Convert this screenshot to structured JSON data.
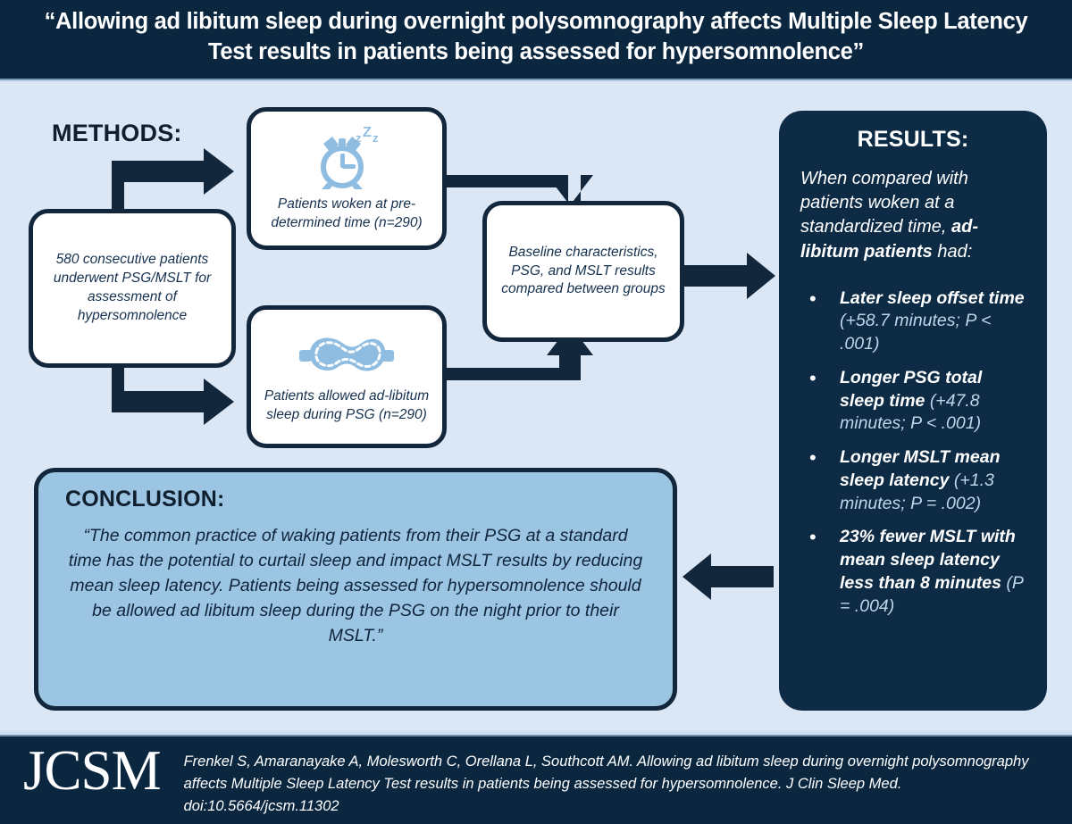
{
  "header": {
    "title": "“Allowing ad libitum sleep during overnight polysomnography affects Multiple Sleep Latency Test results in patients being assessed for hypersomnolence”"
  },
  "methods": {
    "label": "METHODS:",
    "boxes": {
      "cohort": "580 consecutive patients underwent PSG/MSLT for assessment of hypersomnolence",
      "woken": "Patients woken at pre-determined time (n=290)",
      "adlib": "Patients allowed ad-libitum sleep during PSG (n=290)",
      "compare": "Baseline characteristics, PSG, and MSLT results compared between groups"
    },
    "icons": {
      "woken": "alarm-clock-zzz-icon",
      "adlib": "sleep-mask-icon"
    }
  },
  "results": {
    "title": "RESULTS:",
    "lead_prefix": "When compared with patients woken at a standardized time, ",
    "lead_bold": "ad-libitum patients",
    "lead_suffix": " had:",
    "items": [
      {
        "label": "Later sleep offset time",
        "stat": "(+58.7 minutes; P < .001)"
      },
      {
        "label": "Longer PSG total sleep time",
        "stat": "(+47.8 minutes; P < .001)"
      },
      {
        "label": "Longer MSLT mean sleep latency",
        "stat": "(+1.3 minutes; P = .002)"
      },
      {
        "label": "23% fewer MSLT with mean sleep latency less than 8 minutes",
        "stat": "(P = .004)"
      }
    ]
  },
  "conclusion": {
    "title": "CONCLUSION:",
    "text": "“The common practice of waking patients from their PSG at a standard time has the potential to curtail sleep and impact MSLT results by reducing mean sleep latency. Patients being assessed for hypersomnolence should be allowed ad libitum sleep during the PSG on the night prior to their MSLT.”"
  },
  "footer": {
    "logo": "JCSM",
    "citation": "Frenkel S, Amaranayake A, Molesworth C, Orellana L, Southcott AM. Allowing ad libitum sleep during overnight polysomnography affects Multiple Sleep Latency Test results in patients being assessed for hypersomnolence. J Clin Sleep Med. doi:10.5664/jcsm.11302"
  },
  "colors": {
    "dark_navy": "#0b2740",
    "background": "#dce7f5",
    "box_border": "#13273c",
    "conclusion_fill": "#9cc5e4",
    "icon_blue": "#8fbde2",
    "stat_text": "#bcd6ea"
  }
}
